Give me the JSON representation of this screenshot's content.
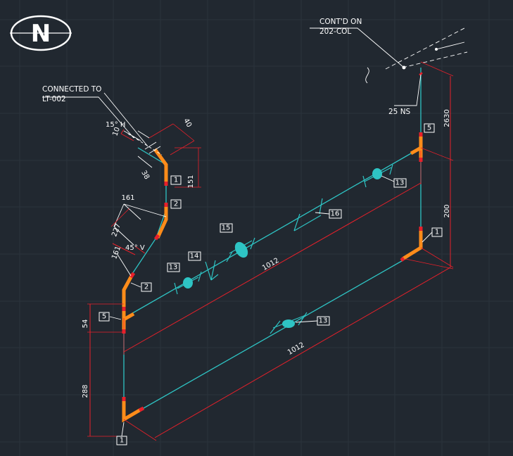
{
  "north_arrow": {
    "letter": "N"
  },
  "notes": {
    "connected_line1": "CONNECTED TO",
    "connected_line2": "LT-002",
    "contd_line1": "CONT'D ON",
    "contd_line2": "202-COL",
    "size": "25 NS"
  },
  "angles": {
    "h": "15° H",
    "v": "45° V"
  },
  "dimensions": {
    "d10": "10",
    "d40": "40",
    "d38": "38",
    "d151": "151",
    "d161a": "161",
    "d227": "227",
    "d161b": "161",
    "d1012_upper": "1012",
    "d1012_lower": "1012",
    "d54": "54",
    "d288": "288",
    "d2630": "2630",
    "d200": "200"
  },
  "tags": {
    "elbow_top": "1",
    "elbow_45_upper": "2",
    "elbow_45_lower": "2",
    "tee_left": "5",
    "elbow_bottom": "1",
    "valve_left": "13",
    "flange_14": "14",
    "valve_15": "15",
    "flange_16": "16",
    "valve_upper_right": "13",
    "tee_right": "5",
    "elbow_right": "1",
    "valve_bottom": "13"
  },
  "colors": {
    "background": "#212830",
    "pipe": "#2ec4c4",
    "fitting": "#ff8c1a",
    "weld_dimension": "#e8202a",
    "text": "#ffffff"
  }
}
